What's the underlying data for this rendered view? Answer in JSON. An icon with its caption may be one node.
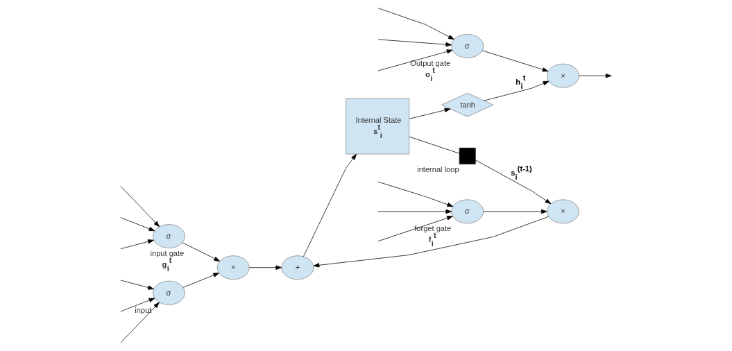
{
  "diagram": {
    "nodes": [
      {
        "text": [
          "σ"
        ],
        "beside": [
          "input"
        ]
      },
      {
        "text": [
          "σ"
        ],
        "beside": [
          "input gate",
          "g$_{i}$$^{t}$"
        ]
      },
      {
        "text": [
          "σ"
        ],
        "beside": [
          "forget gate",
          "f$_{i}$$^{t}$"
        ]
      },
      {
        "text": [
          "σ"
        ],
        "beside": [
          "Output gate",
          "o$_{i}$$^{t}$"
        ]
      },
      {
        "text": [
          "×"
        ]
      },
      {
        "text": [
          "+"
        ]
      },
      {
        "text": [
          "Internal State",
          "s$^{t}$$_{i}$"
        ]
      },
      {
        "text": [
          "×"
        ]
      },
      {
        "text": [],
        "shape": "box",
        "beside": [
          "internal loop"
        ]
      },
      {
        "text": [
          "tanh"
        ]
      },
      {
        "text": [
          "×"
        ]
      }
    ],
    "edges": [
      {
        "from": null,
        "to": 0,
        "arrow": "to"
      },
      {
        "from": null,
        "to": 0,
        "arrow": "to"
      },
      {
        "from": null,
        "to": 0,
        "arrow": "to"
      },
      {
        "from": null,
        "to": 1,
        "arrow": "to"
      },
      {
        "from": null,
        "to": 1,
        "arrow": "to"
      },
      {
        "from": null,
        "to": 1,
        "arrow": "to"
      },
      {
        "from": null,
        "to": 2,
        "arrow": "to"
      },
      {
        "from": null,
        "to": 2,
        "arrow": "to"
      },
      {
        "from": null,
        "to": 2,
        "arrow": "to"
      },
      {
        "from": null,
        "to": 3,
        "arrow": "to"
      },
      {
        "from": null,
        "to": 3,
        "arrow": "to"
      },
      {
        "from": null,
        "to": 3,
        "arrow": "to"
      },
      {
        "from": 0,
        "to": 4,
        "arrow": "to"
      },
      {
        "from": 1,
        "to": 4,
        "arrow": "to"
      },
      {
        "from": 4,
        "to": 5,
        "arrow": "to"
      },
      {
        "from": 7,
        "to": 5,
        "arrow": "to"
      },
      {
        "from": 5,
        "to": 6,
        "arrow": "to"
      },
      {
        "from": 6,
        "to": 9,
        "arrow": "to"
      },
      {
        "from": 6,
        "to": 8,
        "arrow": "none"
      },
      {
        "from": 8,
        "to": 7,
        "arrow": "to",
        "label": "s$_{i}$$^{(t-1)}$"
      },
      {
        "from": 2,
        "to": 7,
        "arrow": "to"
      },
      {
        "from": 9,
        "to": 10,
        "arrow": "to",
        "label": "h$_{i}$$^{t}$"
      },
      {
        "from": 3,
        "to": 10,
        "arrow": "to"
      },
      {
        "from": 10,
        "to": null,
        "arrow": "to"
      }
    ]
  }
}
